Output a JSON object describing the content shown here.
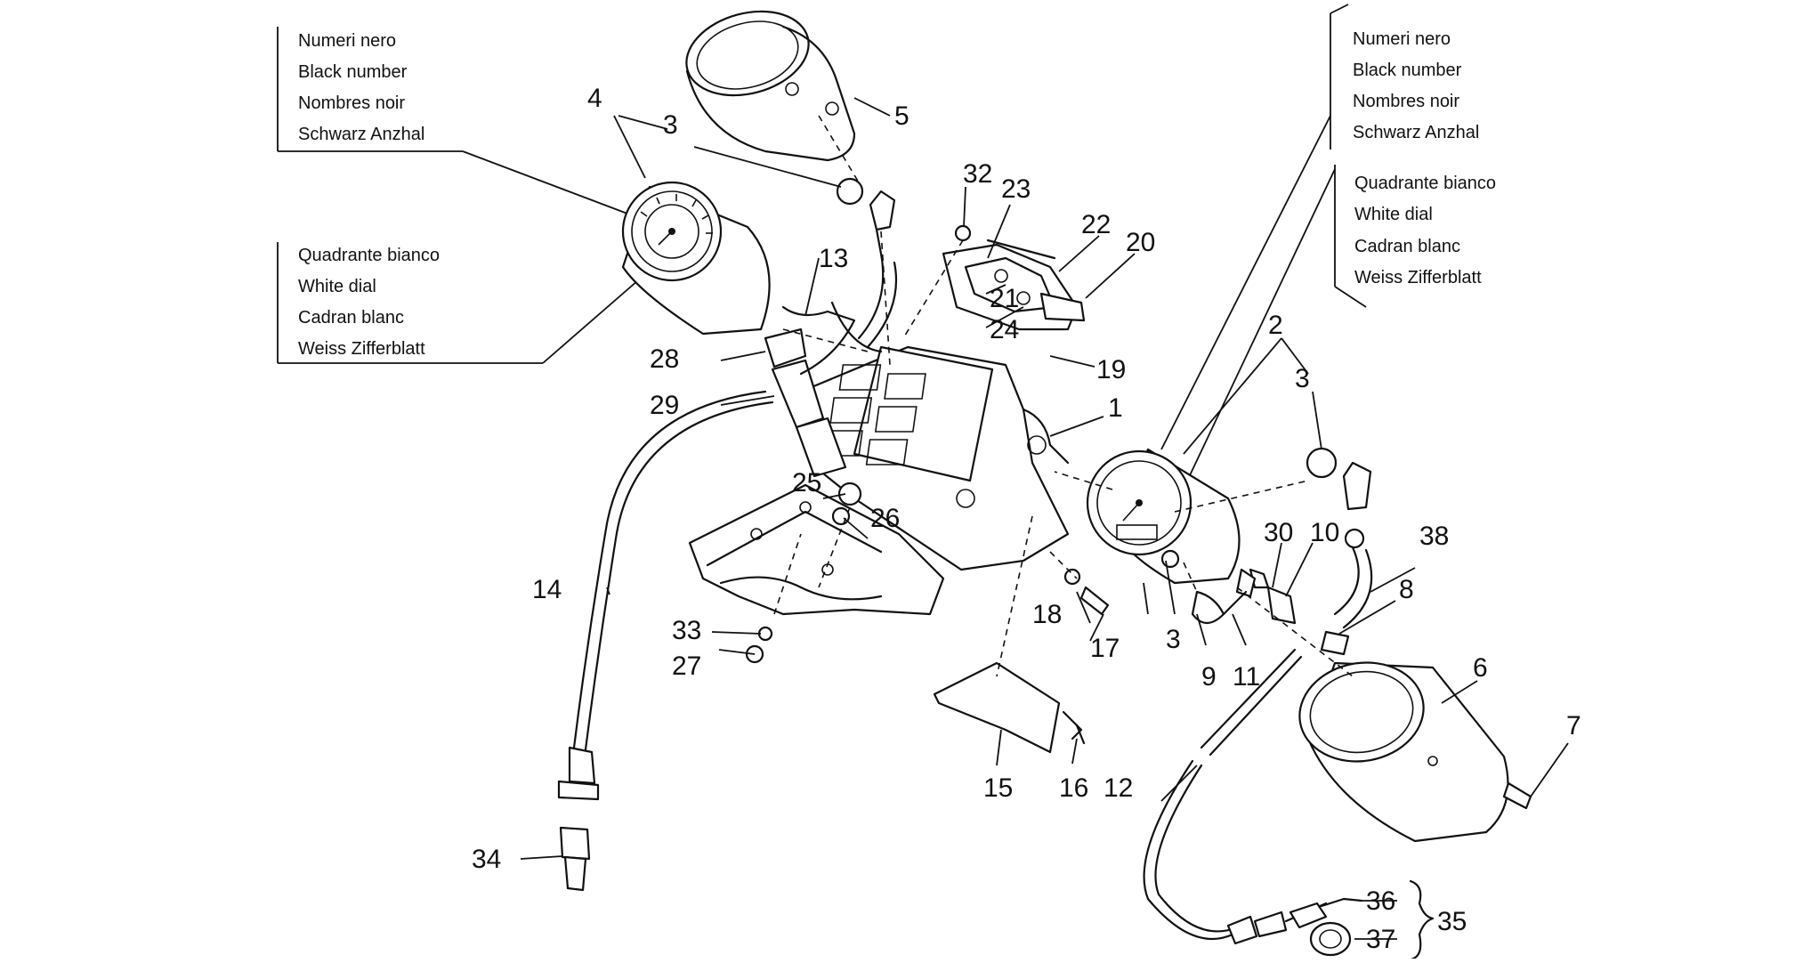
{
  "legends": {
    "left_black": [
      "Numeri nero",
      "Black number",
      "Nombres noir",
      "Schwarz Anzhal"
    ],
    "left_white": [
      "Quadrante bianco",
      "White dial",
      "Cadran blanc",
      "Weiss Zifferblatt"
    ],
    "right_black": [
      "Numeri nero",
      "Black number",
      "Nombres noir",
      "Schwarz Anzhal"
    ],
    "right_white": [
      "Quadrante bianco",
      "White dial",
      "Cadran blanc",
      "Weiss Zifferblatt"
    ]
  },
  "part_numbers": {
    "p1": "1",
    "p2": "2",
    "p3a": "3",
    "p3b": "3",
    "p3c": "3",
    "p4": "4",
    "p5": "5",
    "p6": "6",
    "p7": "7",
    "p8": "8",
    "p9": "9",
    "p10": "10",
    "p11": "11",
    "p12": "12",
    "p13": "13",
    "p14": "14",
    "p15": "15",
    "p16": "16",
    "p17": "17",
    "p18": "18",
    "p19": "19",
    "p20": "20",
    "p21": "21",
    "p22": "22",
    "p23": "23",
    "p24": "24",
    "p25": "25",
    "p26": "26",
    "p27": "27",
    "p28": "28",
    "p29": "29",
    "p30": "30",
    "p32": "32",
    "p33": "33",
    "p34": "34",
    "p35": "35",
    "p36": "36",
    "p37": "37",
    "p38": "38"
  }
}
